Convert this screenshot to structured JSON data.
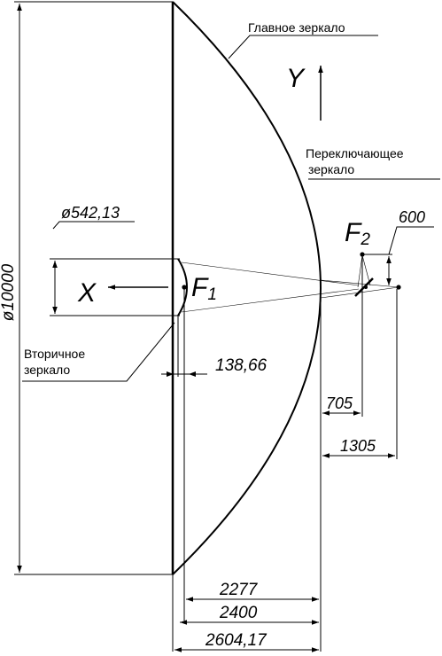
{
  "labels": {
    "primary_mirror": "Главное зеркало",
    "switching_mirror_line1": "Переключающее",
    "switching_mirror_line2": "зеркало",
    "secondary_mirror_line1": "Вторичное",
    "secondary_mirror_line2": "зеркало",
    "axis_x": "X",
    "axis_y": "Y",
    "focus_1": "F",
    "focus_1_sub": "1",
    "focus_2": "F",
    "focus_2_sub": "2"
  },
  "dimensions": {
    "aperture": "ø10000",
    "secondary_diameter": "ø542,13",
    "d_600": "600",
    "d_138": "138,66",
    "d_705": "705",
    "d_1305": "1305",
    "d_2277": "2277",
    "d_2400": "2400",
    "d_2604": "2604,17"
  },
  "colors": {
    "ink": "#000000",
    "background": "#ffffff"
  }
}
